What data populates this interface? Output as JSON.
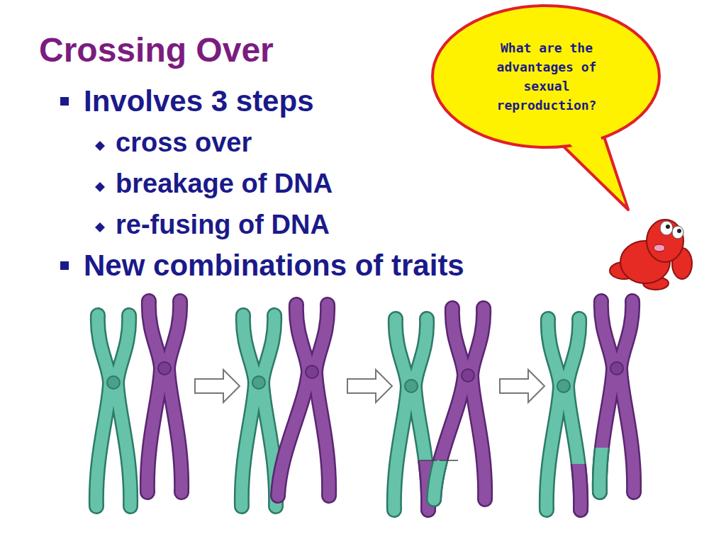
{
  "diagram": {
    "title": "Crossing Over",
    "nodes": [
      {
        "text": [
          "What are the advantages of sexual reproduction?"
        ]
      }
    ],
    "labels": [
      "Involves 3 steps",
      "cross over",
      "breakage of DNA",
      "re-fusing of DNA",
      "New combinations of traits"
    ]
  }
}
